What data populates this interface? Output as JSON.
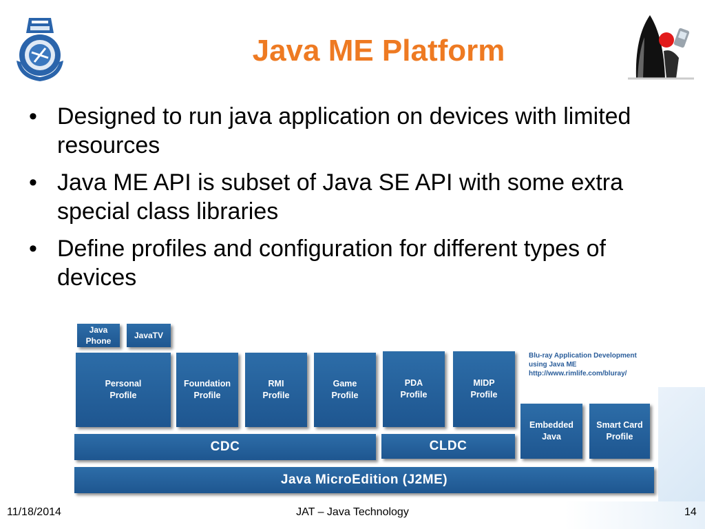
{
  "slide": {
    "title": "Java ME Platform",
    "bullets": [
      "Designed to run java application on devices with limited resources",
      "Java ME API is subset of Java SE API with some extra special class libraries",
      "Define profiles and configuration for different types of devices"
    ],
    "bullet_glyph": "•"
  },
  "diagram": {
    "top_boxes": [
      "Java\nPhone",
      "JavaTV"
    ],
    "profiles": [
      "Personal\nProfile",
      "Foundation\nProfile",
      "RMI\nProfile",
      "Game\nProfile",
      "PDA\nProfile",
      "MIDP\nProfile"
    ],
    "side_boxes": [
      "Embedded\nJava",
      "Smart Card\nProfile"
    ],
    "configurations": [
      "CDC",
      "CLDC"
    ],
    "base": "Java MicroEdition (J2ME)",
    "note": "Blu-ray Application Development\nusing Java ME\nhttp://www.rimlife.com/bluray/"
  },
  "footer": {
    "date": "11/18/2014",
    "center": "JAT – Java Technology",
    "page": "14"
  },
  "colors": {
    "title": "#ee7a22",
    "box": "#215e96"
  },
  "icons": [
    "university-crest-logo",
    "duke-mascot-icon"
  ]
}
